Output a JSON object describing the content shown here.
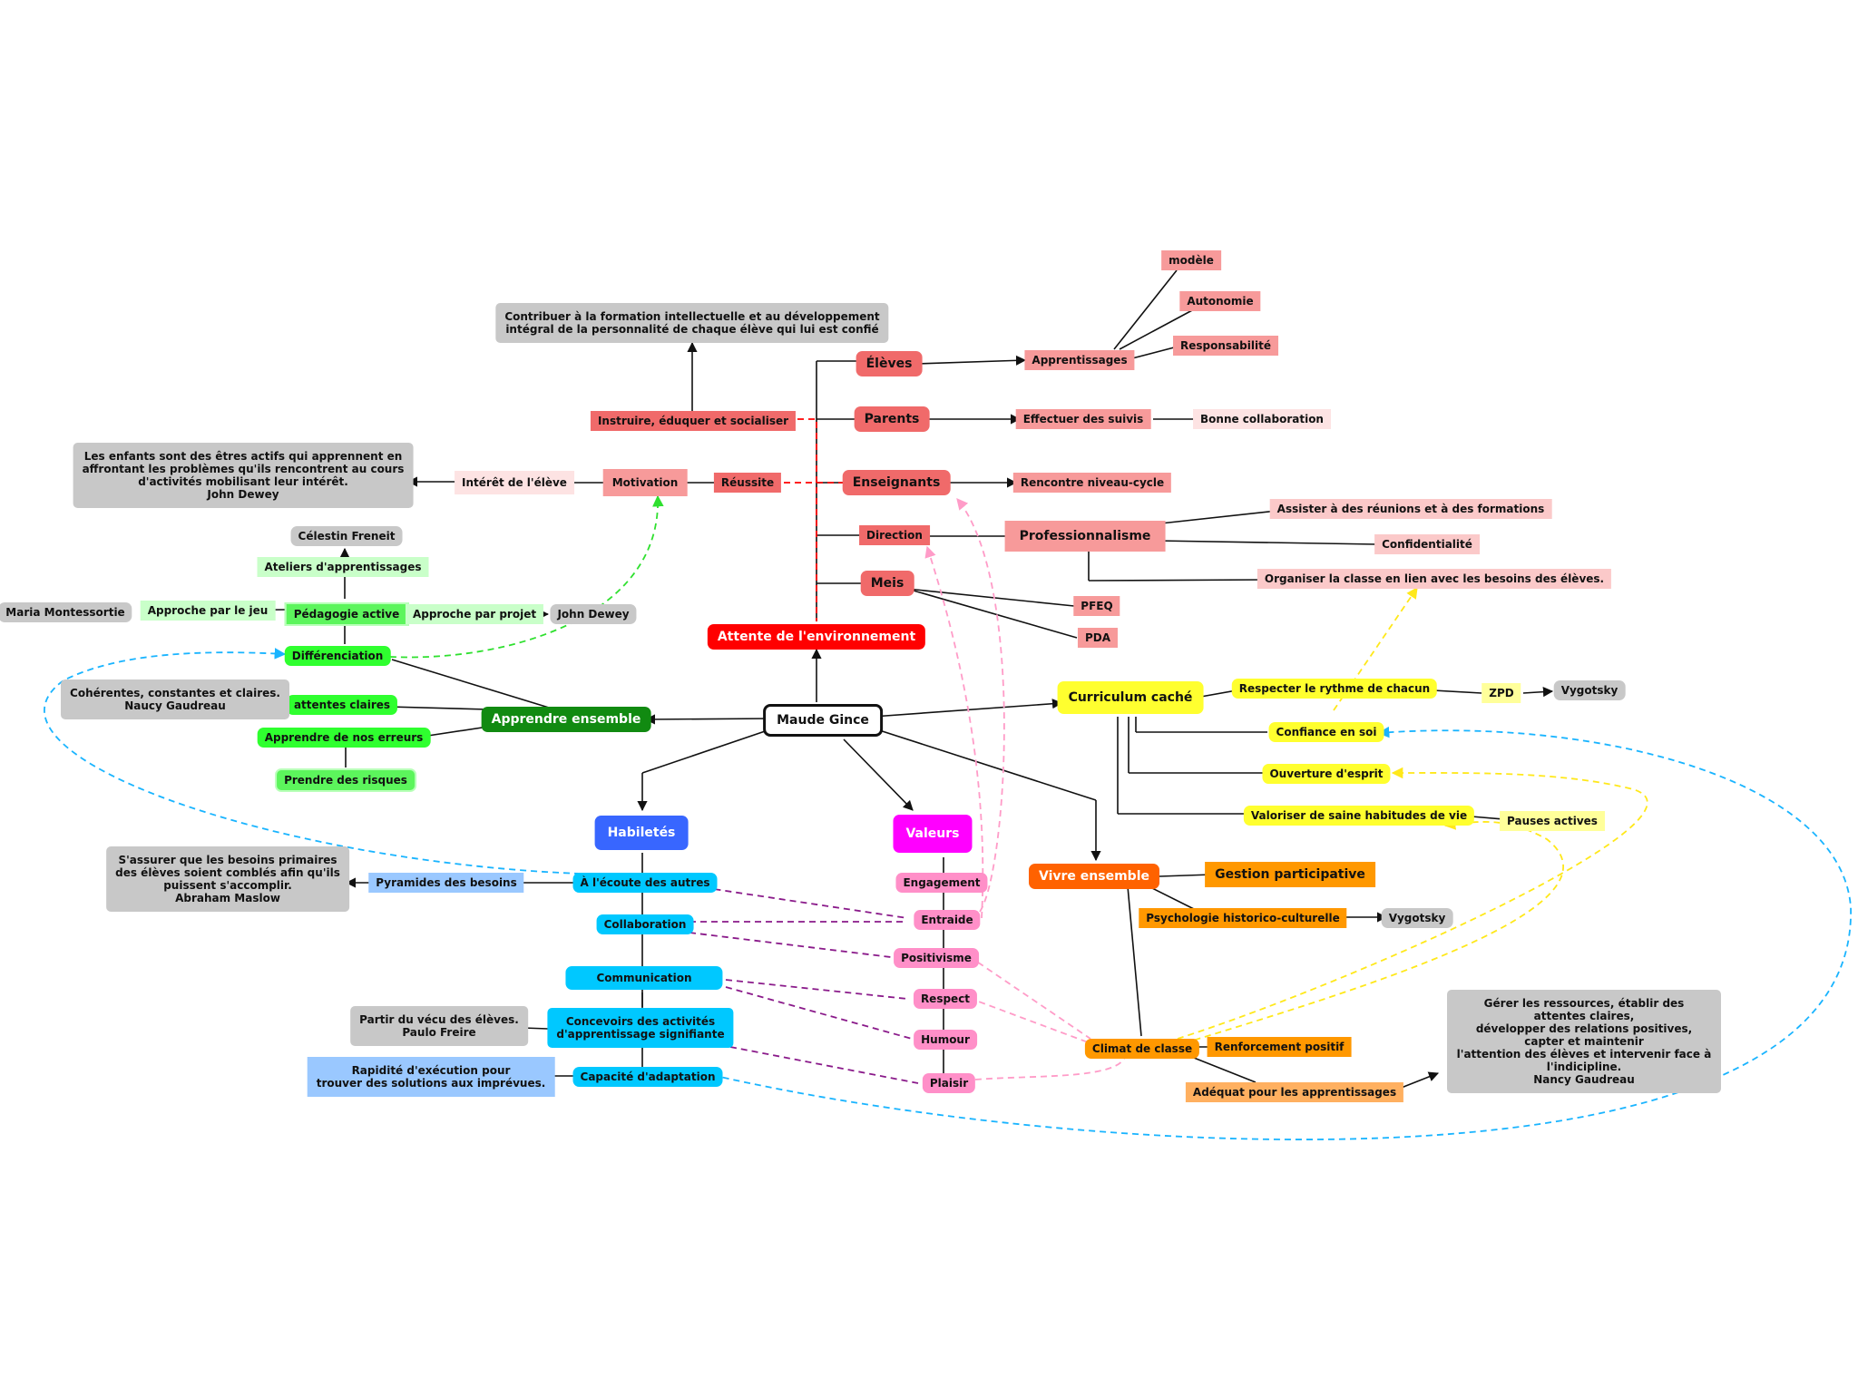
{
  "nodes": {
    "center": "Maude Gince",
    "attente": "Attente de l'environnement",
    "eleves": "Élèves",
    "parents": "Parents",
    "enseignants": "Enseignants",
    "direction": "Direction",
    "meis": "Meis",
    "apprentissages": "Apprentissages",
    "modele": "modèle",
    "autonomie": "Autonomie",
    "responsabilite": "Responsabilité",
    "suivis": "Effectuer des suivis",
    "bonne_collab": "Bonne collaboration",
    "rencontre": "Rencontre niveau-cycle",
    "professionnalisme": "Professionnalisme",
    "assister": "Assister à des réunions et à des formations",
    "confidentialite": "Confidentialité",
    "organiser": "Organiser la classe en lien avec les besoins des élèves.",
    "pfeq": "PFEQ",
    "pda": "PDA",
    "instruire": "Instruire, éduquer et socialiser",
    "contribuer": "Contribuer à la formation intellectuelle et au développement\nintégral de la personnalité de chaque élève qui lui est confié",
    "reussite": "Réussite",
    "motivation": "Motivation",
    "interet": "Intérêt de l'élève",
    "dewey_quote": "Les enfants sont des êtres actifs qui apprennent en\naffrontant les problèmes qu'ils rencontrent au cours\nd'activités mobilisant leur intérêt.\nJohn Dewey",
    "freneit": "Célestin Freneit",
    "ateliers": "Ateliers d'apprentissages",
    "ped_active": "Pédagogie active",
    "jeu": "Approche par le jeu",
    "montessori": "Maria Montessortie",
    "projet": "Approche par projet",
    "dewey": "John Dewey",
    "differenciation": "Différenciation",
    "apprendre": "Apprendre ensemble",
    "attentes_claires": "attentes claires",
    "coherentes": "Cohérentes, constantes et claires.\nNaucy Gaudreau",
    "erreurs": "Apprendre de nos erreurs",
    "risques": "Prendre des risques",
    "habiletes": "Habiletés",
    "ecoute": "À l'écoute des autres",
    "pyramides": "Pyramides des besoins",
    "maslow": "S'assurer que les besoins primaires\ndes élèves soient comblés afin qu'ils\npuissent s'accomplir.\nAbraham Maslow",
    "collaboration": "Collaboration",
    "communication": "Communication",
    "concevoir": "Concevoirs des activités\nd'apprentissage signifiante",
    "freire": "Partir du vécu des élèves.\nPaulo Freire",
    "adaptation": "Capacité d'adaptation",
    "rapidite": "Rapidité d'exécution pour\ntrouver des solutions aux imprévues.",
    "valeurs": "Valeurs",
    "engagement": "Engagement",
    "entraide": "Entraide",
    "positivisme": "Positivisme",
    "respect": "Respect",
    "humour": "Humour",
    "plaisir": "Plaisir",
    "vivre": "Vivre ensemble",
    "gestion": "Gestion participative",
    "psycho": "Psychologie historico-culturelle",
    "vygotsky2": "Vygotsky",
    "climat": "Climat de classe",
    "renforcement": "Renforcement positif",
    "adequat": "Adéquat pour les apprentissages",
    "gerer": "Gérer les ressources, établir des attentes claires,\ndévelopper des relations positives, capter et maintenir\nl'attention des élèves et intervenir face à l'indicipline.\nNancy Gaudreau",
    "curriculum": "Curriculum caché",
    "rythme": "Respecter le rythme de chacun",
    "zpd": "ZPD",
    "vygotsky1": "Vygotsky",
    "confiance": "Confiance en soi",
    "ouverture": "Ouverture d'esprit",
    "valoriser": "Valoriser de saine habitudes de vie",
    "pauses": "Pauses actives"
  },
  "colors": {
    "line": "#111111",
    "red_dash": "#ff0000",
    "green_dash": "#2fe02f",
    "cyan_dash": "#19b4ff",
    "pink_dash": "#ff9cc8",
    "purple_dash": "#8a1a8a",
    "yellow_dash": "#ffe81a"
  }
}
